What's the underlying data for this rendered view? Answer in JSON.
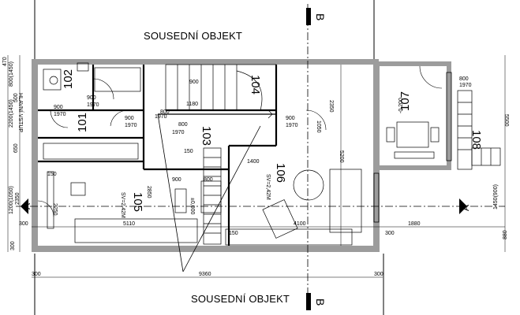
{
  "neighbors": {
    "top": "SOUSEDNÍ OBJEKT",
    "bottom": "SOUSEDNÍ OBJEKT"
  },
  "section_mark": "B",
  "section_arrow": "A",
  "rooms": [
    {
      "number": "101"
    },
    {
      "number": "102"
    },
    {
      "number": "103"
    },
    {
      "number": "104"
    },
    {
      "number": "105",
      "note": "SV=2,42M"
    },
    {
      "number": "106",
      "note": "SV=2,42M"
    },
    {
      "number": "107",
      "level": "-0,200"
    },
    {
      "number": "108"
    }
  ],
  "level_mark": "±0,000",
  "entry_label": "HLAVNÍ VSTUP",
  "dims": {
    "d900a": "900",
    "d1970a": "1970",
    "d900b": "900",
    "d1970b": "1970",
    "d900c": "900",
    "d1970c": "1970",
    "d800a": "800",
    "d1970d": "1970",
    "d900d": "900",
    "d1970e": "1970",
    "d800b": "800",
    "d1970f": "1970",
    "d900s": "900",
    "d1180": "1180",
    "d150a": "150",
    "d150b": "150",
    "d150c": "150",
    "d2350": "2350",
    "d1050": "1050",
    "d5200": "5200",
    "d1400": "1400",
    "d900e": "900",
    "d800c": "800",
    "d2850": "2850",
    "d2250": "2250",
    "d5110": "5110",
    "d4100": "4100",
    "d1880": "1880",
    "d300a": "300",
    "d300b": "300",
    "d300c": "300",
    "d300d": "300",
    "d9360": "9360",
    "d5500": "5500",
    "d1450": "1450(900)",
    "d880": "880",
    "d800r": "800",
    "d1970r": "1970",
    "l470": "470",
    "l500": "500",
    "l800": "800(1450)",
    "l2200": "2200(1450)",
    "l650": "650",
    "l2350": "2350",
    "l1200": "1200(1050)",
    "l300": "300"
  }
}
